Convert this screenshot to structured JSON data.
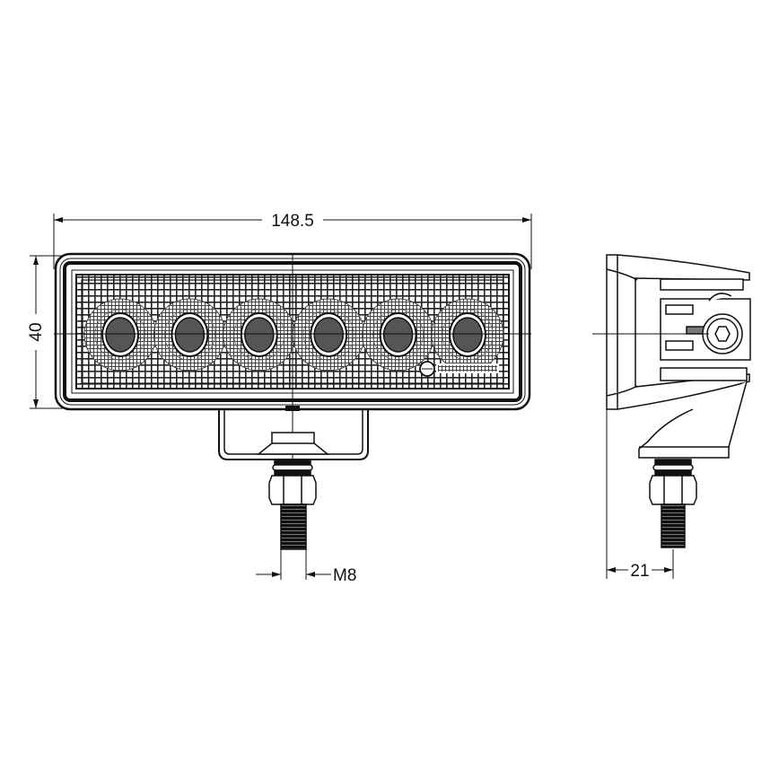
{
  "dimensions": {
    "length": "148.5",
    "height": "40",
    "bolt": "M8",
    "depth": "21"
  },
  "led_count": 6,
  "colors": {
    "line": "#111111",
    "led": "#555555",
    "background": "#ffffff"
  }
}
